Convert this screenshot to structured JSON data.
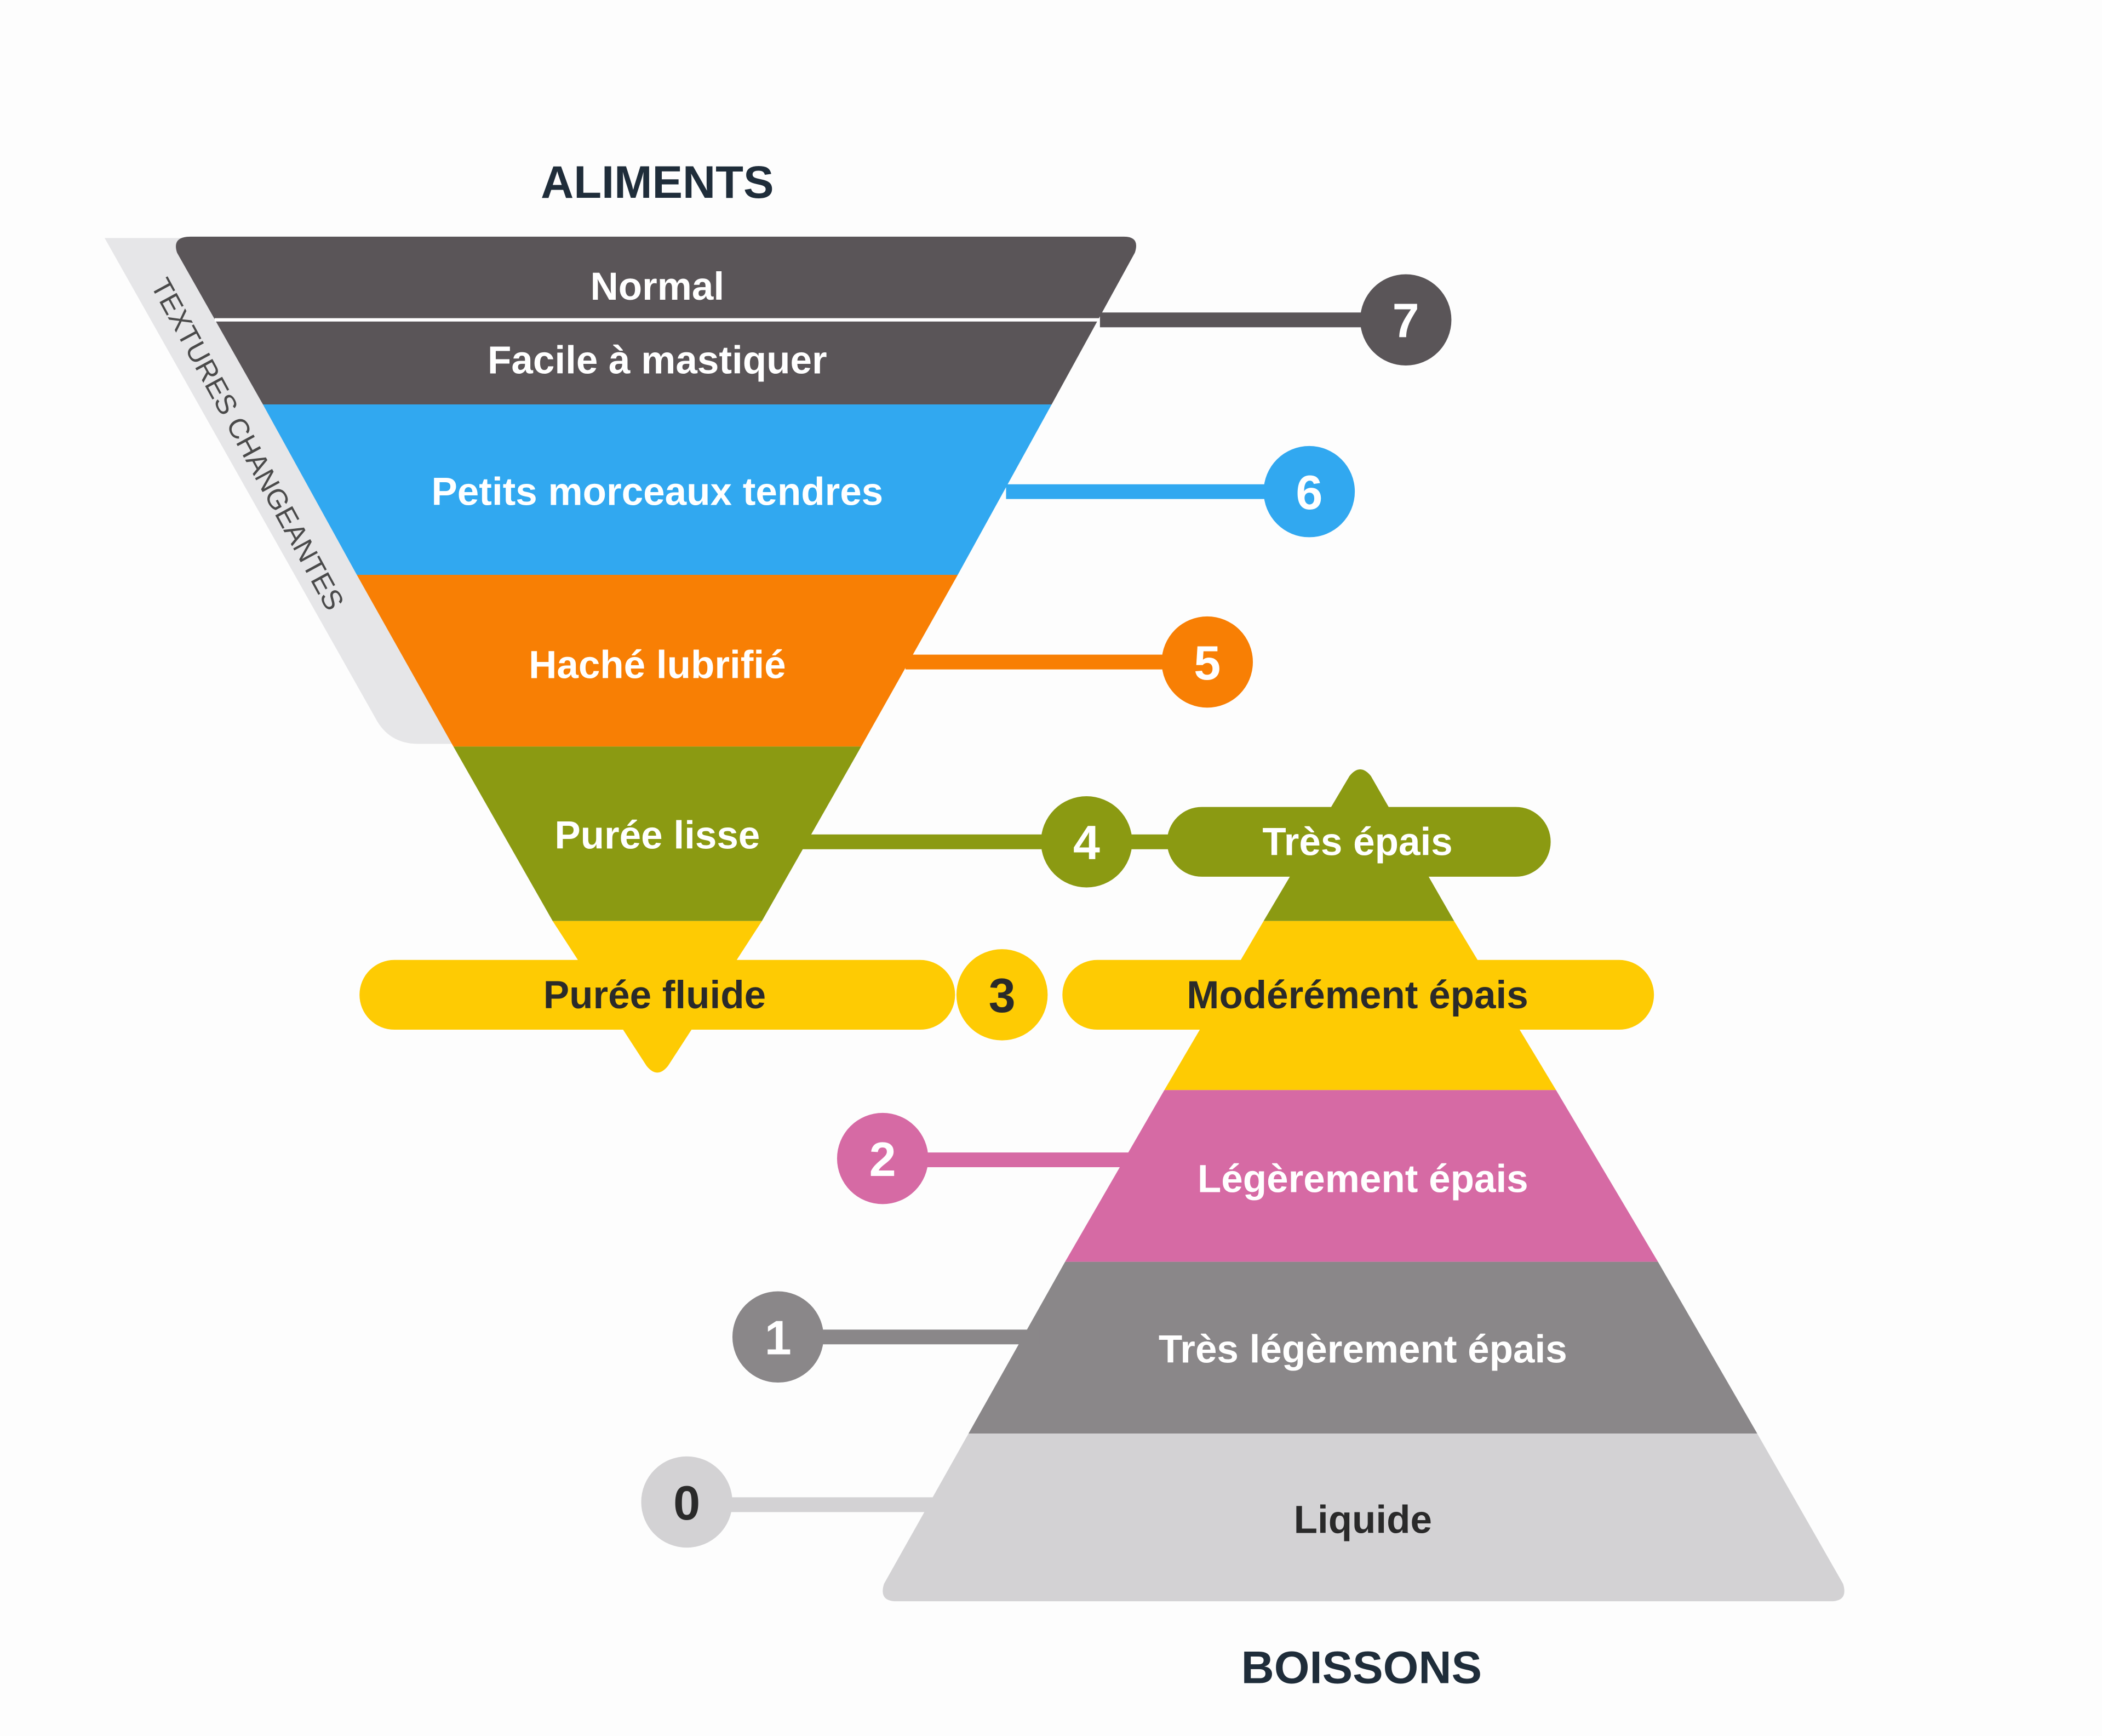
{
  "foods_title": "ALIMENTS",
  "drinks_title": "BOISSONS",
  "transitional_label": "TEXTURES CHANGEANTES",
  "colors": {
    "dark": "#5a5558",
    "blue": "#31a8f0",
    "orange": "#f87f04",
    "olive": "#8b9a12",
    "yellow": "#fecb03",
    "pink": "#d66aa4",
    "grey": "#8a8789",
    "light": "#d3d2d4",
    "band": "#e6e6e8",
    "heading": "#1f2d3a"
  },
  "levels": [
    {
      "number": "7",
      "food": "Normal",
      "food2": "Facile à mastiquer"
    },
    {
      "number": "6",
      "food": "Petits morceaux tendres"
    },
    {
      "number": "5",
      "food": "Haché lubrifié"
    },
    {
      "number": "4",
      "food": "Purée lisse",
      "drink": "Très épais"
    },
    {
      "number": "3",
      "food": "Purée fluide",
      "drink": "Modérément épais"
    },
    {
      "number": "2",
      "drink": "Légèrement épais"
    },
    {
      "number": "1",
      "drink": "Très légèrement épais"
    },
    {
      "number": "0",
      "drink": "Liquide"
    }
  ]
}
